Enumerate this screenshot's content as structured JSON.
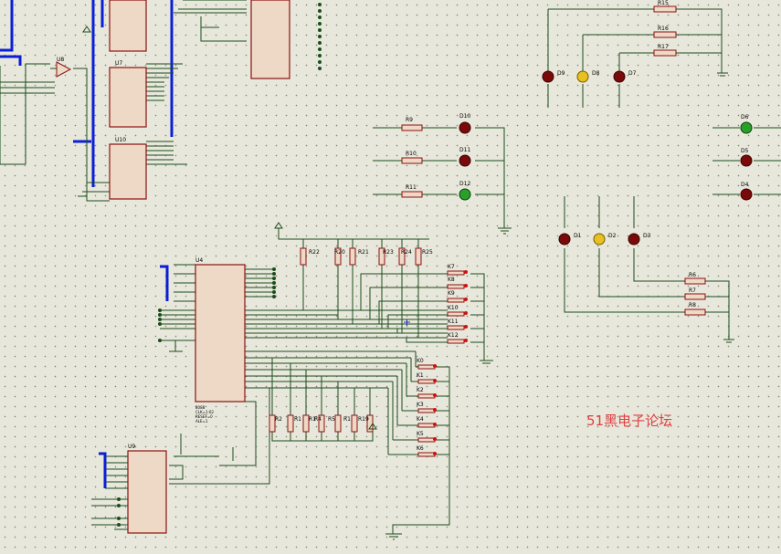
{
  "watermark": "51黑电子论坛",
  "colors": {
    "background": "#e8e7dc",
    "wire": "#1a4d1a",
    "bus": "#0a1fd6",
    "chip_fill": "#eed9c6",
    "chip_border": "#8c1010",
    "led_red": "#7a0a0a",
    "led_yellow": "#e8c020",
    "led_green": "#2aa02a",
    "watermark": "#e04040"
  },
  "chips": {
    "u8": "U8",
    "u7": "U7",
    "u10": "U10",
    "u4": "U4",
    "u9": "U9"
  },
  "u4_text": [
    "8088",
    "CLK=1:02",
    "RESET=0",
    "ALE=1"
  ],
  "top_resistors": [
    "R22",
    "R20",
    "R21",
    "R23",
    "R24",
    "R25"
  ],
  "bottom_resistors": [
    "R2",
    "R1",
    "R1",
    "R4",
    "R5",
    "R1",
    "R19"
  ],
  "key_switches": [
    "K7",
    "K8",
    "K9",
    "K10",
    "K11",
    "K12"
  ],
  "k_switches": [
    "K0",
    "K1",
    "K2",
    "K3",
    "K4",
    "K5",
    "K6"
  ],
  "mid_resistors": [
    "R9",
    "R10",
    "R11"
  ],
  "mid_leds": [
    "D10",
    "D11",
    "D12"
  ],
  "top_right_resistors": [
    "R15",
    "R16",
    "R17"
  ],
  "top_right_leds": [
    "D9",
    "D8",
    "D7"
  ],
  "right_leds": [
    "D6",
    "D5",
    "D4"
  ],
  "lower_right_leds": [
    "D1",
    "D2",
    "D3"
  ],
  "lower_right_resistors": [
    "R6",
    "R7",
    "R8"
  ]
}
